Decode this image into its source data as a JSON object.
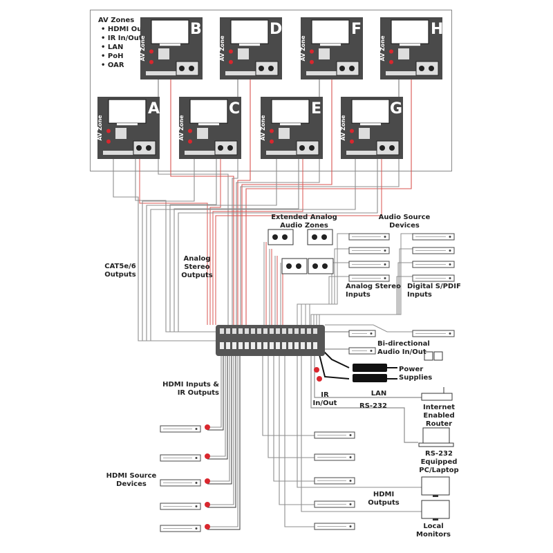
{
  "zones": {
    "heading": "AV Zones",
    "features": [
      "HDMI Out",
      "IR In/Out",
      "LAN",
      "PoH",
      "OAR"
    ],
    "panel_label": "AV Zone",
    "top_row": [
      "B",
      "D",
      "F",
      "H"
    ],
    "bottom_row": [
      "A",
      "C",
      "E",
      "G"
    ]
  },
  "labels": {
    "cat_outputs": [
      "CAT5e/6",
      "Outputs"
    ],
    "analog_outputs": [
      "Analog",
      "Stereo",
      "Outputs"
    ],
    "extended_zones": [
      "Extended Analog",
      "Audio Zones"
    ],
    "audio_source": [
      "Audio Source",
      "Devices"
    ],
    "analog_inputs": [
      "Analog Stereo",
      "Inputs"
    ],
    "spdif_inputs": [
      "Digital S/PDIF",
      "Inputs"
    ],
    "bidirectional": [
      "Bi-directional",
      "Audio In/Out"
    ],
    "power": [
      "Power",
      "Supplies"
    ],
    "hdmi_inputs": [
      "HDMI Inputs &",
      "IR Outputs"
    ],
    "ir": [
      "IR",
      "In/Out"
    ],
    "lan": "LAN",
    "rs232": "RS-232",
    "router": [
      "Internet",
      "Enabled",
      "Router"
    ],
    "pc": [
      "RS-232",
      "Equipped",
      "PC/Laptop"
    ],
    "hdmi_sources": [
      "HDMI Source",
      "Devices"
    ],
    "hdmi_outputs": [
      "HDMI",
      "Outputs"
    ],
    "local_monitors": [
      "Local",
      "Monitors"
    ]
  },
  "colors": {
    "zone_bg": "#4a4a4a",
    "cable_grey": "#8c8c8c",
    "cable_red": "#d9534f",
    "ir_red": "#d9272e",
    "text": "#222222"
  }
}
